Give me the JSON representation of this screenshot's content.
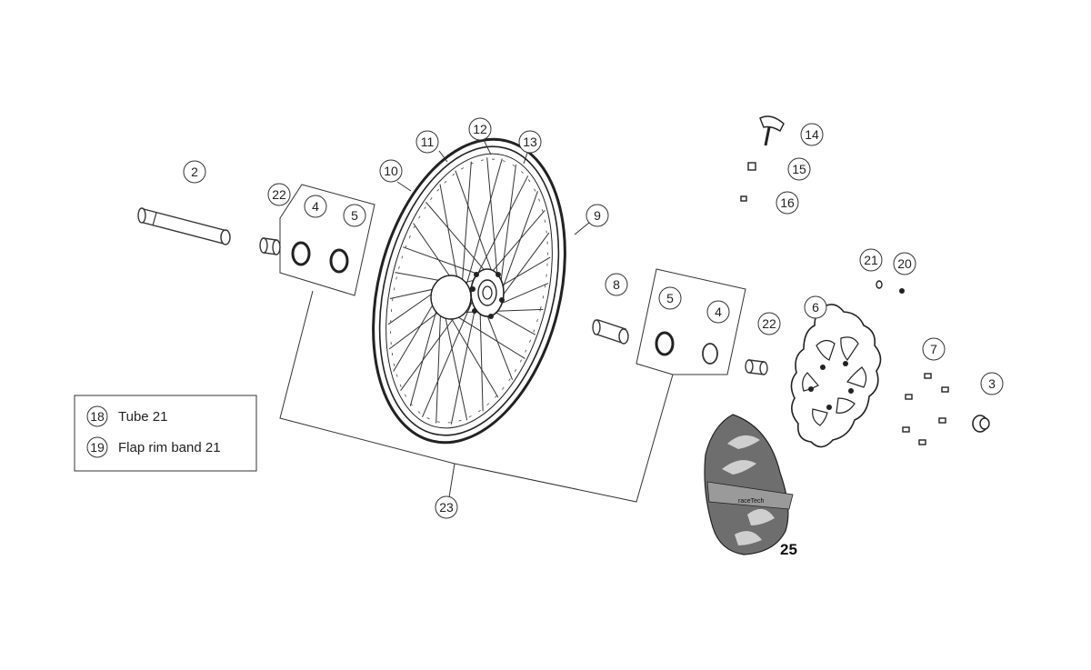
{
  "diagram": {
    "callouts": [
      "2",
      "22",
      "4",
      "5",
      "10",
      "11",
      "12",
      "13",
      "9",
      "8",
      "5",
      "4",
      "22",
      "6",
      "21",
      "20",
      "7",
      "3",
      "14",
      "15",
      "16",
      "23"
    ],
    "bold_label": "25",
    "legend": [
      {
        "num": "18",
        "text": "Tube 21"
      },
      {
        "num": "19",
        "text": "Flap rim band 21"
      }
    ],
    "brand_text": "raceTech"
  }
}
